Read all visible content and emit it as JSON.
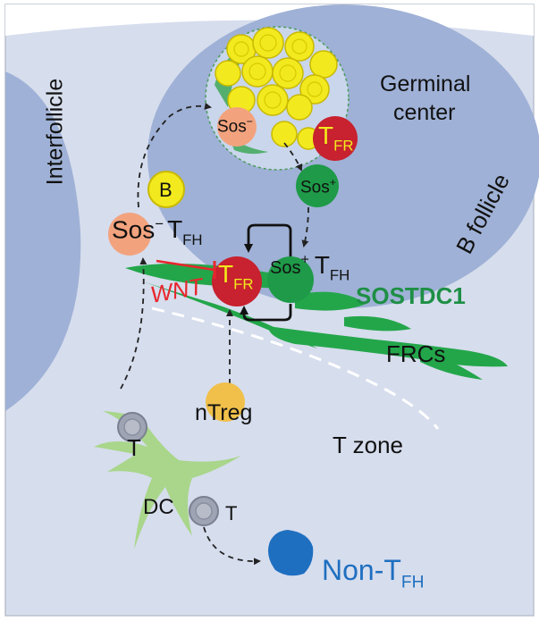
{
  "regions": {
    "interfollicle": "Interfollicle",
    "germinal_center": [
      "Germinal",
      "center"
    ],
    "b_follicle": "B follicle",
    "t_zone": "T zone"
  },
  "cells": {
    "sos_minus_gc": {
      "main": "Sos",
      "sup": "−"
    },
    "tfr_gc": {
      "main": "T",
      "sub": "FR"
    },
    "sos_plus_gc": {
      "main": "Sos",
      "sup": "+"
    },
    "b_cell": "B",
    "sos_minus_tfh": {
      "main": "Sos",
      "sup": "−",
      "t": "T",
      "sub": "FH"
    },
    "tfr_mid": {
      "main": "T",
      "sub": "FR"
    },
    "sos_plus_tfh": {
      "main": "Sos",
      "sup": "+",
      "t": "T",
      "sub": "FH"
    },
    "ntreg": "nTreg",
    "t_cell_upper": "T",
    "dc": "DC",
    "t_cell_lower": "T",
    "non_tfh": {
      "main": "Non-T",
      "sub": "FH"
    }
  },
  "labels": {
    "wnt": "WNT",
    "sostdc1": "SOSTDC1",
    "frcs": "FRCs"
  },
  "colors": {
    "background": "#d6dded",
    "follicle": "#9fb1d6",
    "germinal_center": "#c9d6eb",
    "yellow_cell": "#f2ea1e",
    "tfr_red": "#c8212f",
    "sos_green": "#1e9a48",
    "sos_minus_salmon": "#f2a37e",
    "ntreg_orange": "#f0c04a",
    "frc_green": "#23a64a",
    "sostdc1_text": "#1e8f45",
    "wnt_red": "#e8262c",
    "dc_green": "#a9d68b",
    "non_tfh_blue": "#1f6fc0",
    "t_cell_gray": "#9ea4b3"
  }
}
